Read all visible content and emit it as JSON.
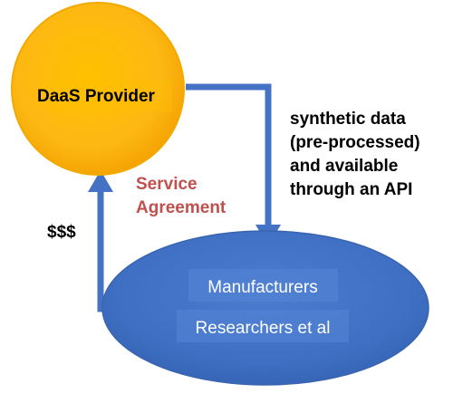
{
  "provider": {
    "label": "DaaS Provider"
  },
  "consumers": {
    "line1": "Manufacturers",
    "line2": "Researchers et al"
  },
  "flows": {
    "data_description": [
      "synthetic data",
      "(pre-processed)",
      "and available",
      "through an API"
    ],
    "agreement": [
      "Service",
      "Agreement"
    ],
    "payment": "$$$"
  },
  "colors": {
    "provider_fill": "#FFC000",
    "consumer_fill": "#4472C4",
    "arrow": "#4472C4",
    "agreement_text": "#C0504D",
    "body_text": "#000000"
  }
}
